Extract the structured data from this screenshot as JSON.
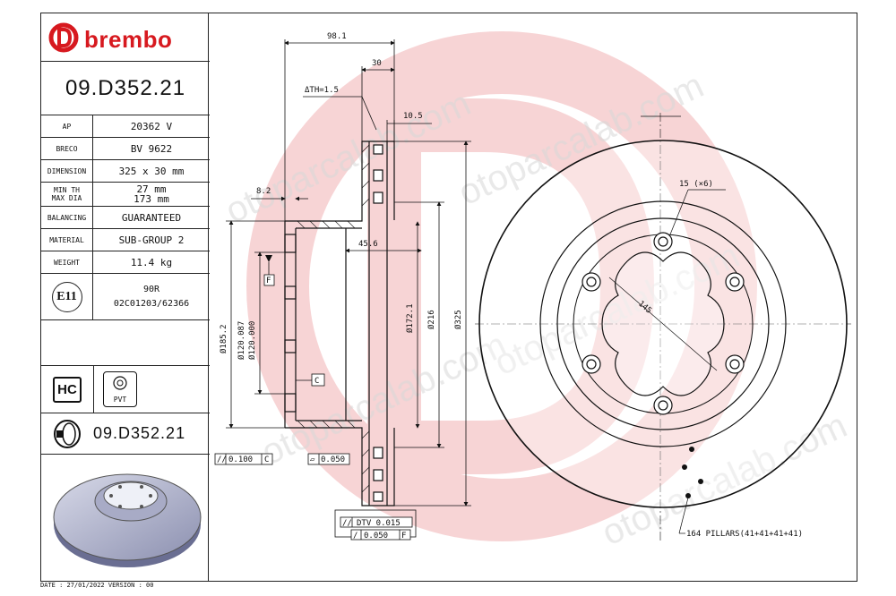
{
  "brand": {
    "name": "brembo",
    "color": "#d7191f"
  },
  "part_number": "09.D352.21",
  "specs": [
    {
      "key": "AP",
      "value": "20362 V"
    },
    {
      "key": "BRECO",
      "value": "BV 9622"
    },
    {
      "key": "DIMENSION",
      "value": "325 x 30 mm"
    },
    {
      "key": "MIN TH / MAX DIA",
      "key1": "MIN TH",
      "key2": "MAX DIA",
      "value1": "27 mm",
      "value2": "173 mm"
    },
    {
      "key": "BALANCING",
      "value": "GUARANTEED"
    },
    {
      "key": "MATERIAL",
      "value": "SUB-GROUP 2"
    },
    {
      "key": "WEIGHT",
      "value": "11.4 kg"
    }
  ],
  "approval": {
    "mark": "E11",
    "line1": "90R",
    "line2": "02C01203/62366"
  },
  "badges": {
    "hc": "HC",
    "pvt": "PVT"
  },
  "footer": "DATE : 27/01/2022 VERSION : 00",
  "watermark": "otoparcalab.com",
  "drawing": {
    "dims_top": {
      "overall": "98.1",
      "width": "30",
      "th": "ΔTH=1.5",
      "lip": "10.5",
      "hat": "8.2"
    },
    "dia_labels": {
      "d185": "Ø185.2",
      "d120": "Ø120.087\nØ120.000",
      "d120a": "Ø120.087",
      "d120b": "Ø120.000",
      "d172": "Ø172.1",
      "d216": "Ø216",
      "d325": "Ø325"
    },
    "depth": "45.6",
    "datum_f": "F",
    "datum_c": "C",
    "tol_runout": "0.100",
    "tol_runout_ref": "C",
    "tol_flat": "0.050",
    "dtv": "DTV 0.015",
    "parallel": "0.050",
    "parallel_ref": "F",
    "holes": "15 (×6)",
    "pcd": "145",
    "pillars": "164 PILLARS(41+41+41+41)"
  }
}
